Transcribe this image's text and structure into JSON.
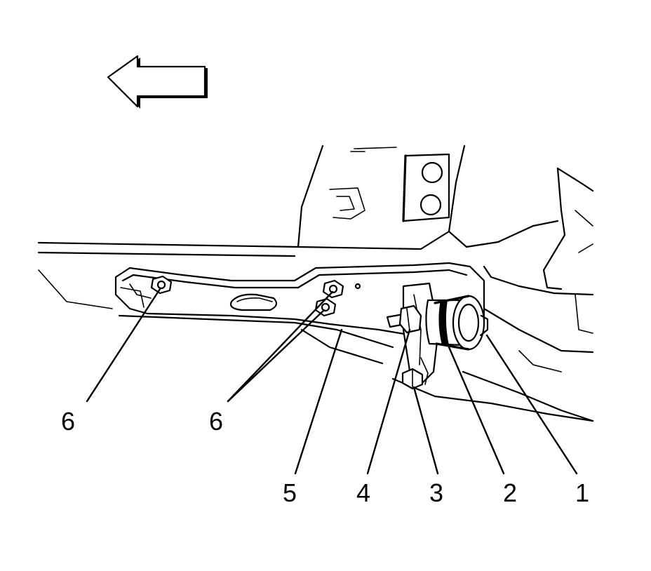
{
  "callouts": [
    {
      "id": "1",
      "label": "1"
    },
    {
      "id": "2",
      "label": "2"
    },
    {
      "id": "3",
      "label": "3"
    },
    {
      "id": "4",
      "label": "4"
    },
    {
      "id": "5",
      "label": "5"
    },
    {
      "id": "6a",
      "label": "6"
    },
    {
      "id": "6b",
      "label": "6"
    }
  ],
  "icons": {
    "direction_arrow": "left-arrow-icon"
  },
  "colors": {
    "line": "#000000",
    "background": "#ffffff"
  }
}
